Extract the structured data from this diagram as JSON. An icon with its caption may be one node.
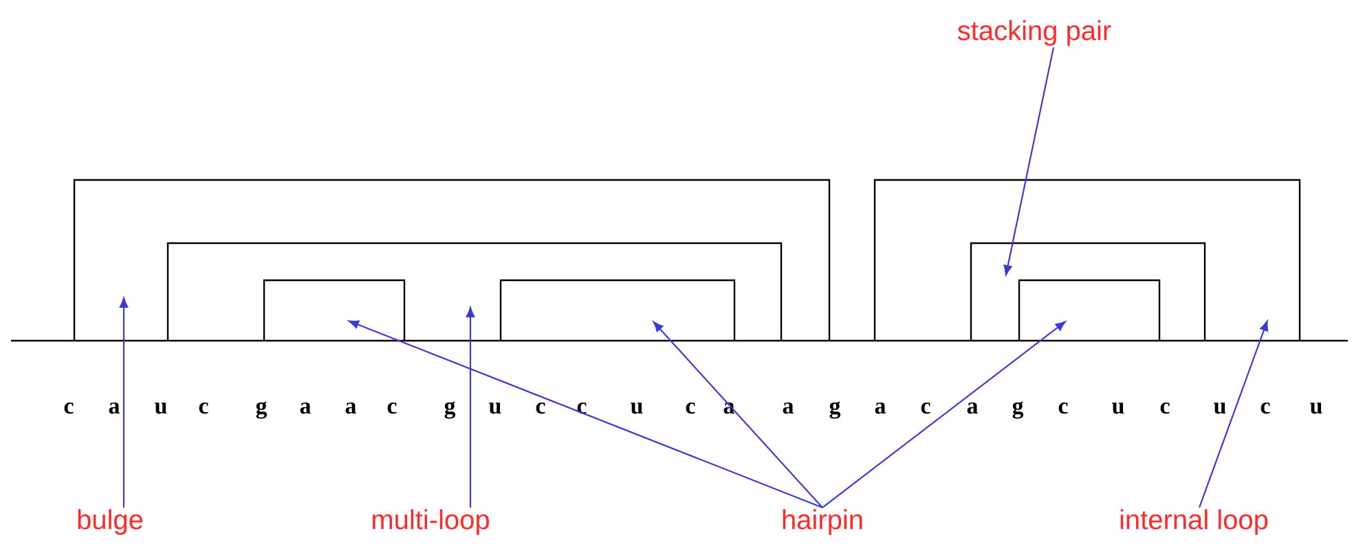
{
  "diagram": {
    "nodes": [
      {
        "text": [
          "bulge"
        ]
      },
      {
        "text": [
          "multi-loop"
        ]
      },
      {
        "text": [
          "hairpin"
        ]
      },
      {
        "text": [
          "internal loop"
        ]
      },
      {
        "text": [
          "stacking pair"
        ]
      }
    ],
    "edges": [
      {
        "from": 0,
        "to": null,
        "arrow": "to"
      },
      {
        "from": 1,
        "to": null,
        "arrow": "to"
      },
      {
        "from": 2,
        "to": null,
        "arrow": "to"
      },
      {
        "from": 2,
        "to": null,
        "arrow": "to"
      },
      {
        "from": 2,
        "to": null,
        "arrow": "to"
      },
      {
        "from": 3,
        "to": null,
        "arrow": "to"
      },
      {
        "from": 4,
        "to": null,
        "arrow": "to"
      }
    ],
    "labels": [
      "c",
      "a",
      "u",
      "c",
      "g",
      "a",
      "a",
      "c",
      "g",
      "u",
      "c",
      "c",
      "u",
      "c",
      "a",
      "a",
      "g",
      "a",
      "c",
      "a",
      "g",
      "c",
      "u",
      "c",
      "u",
      "c",
      "u"
    ]
  }
}
